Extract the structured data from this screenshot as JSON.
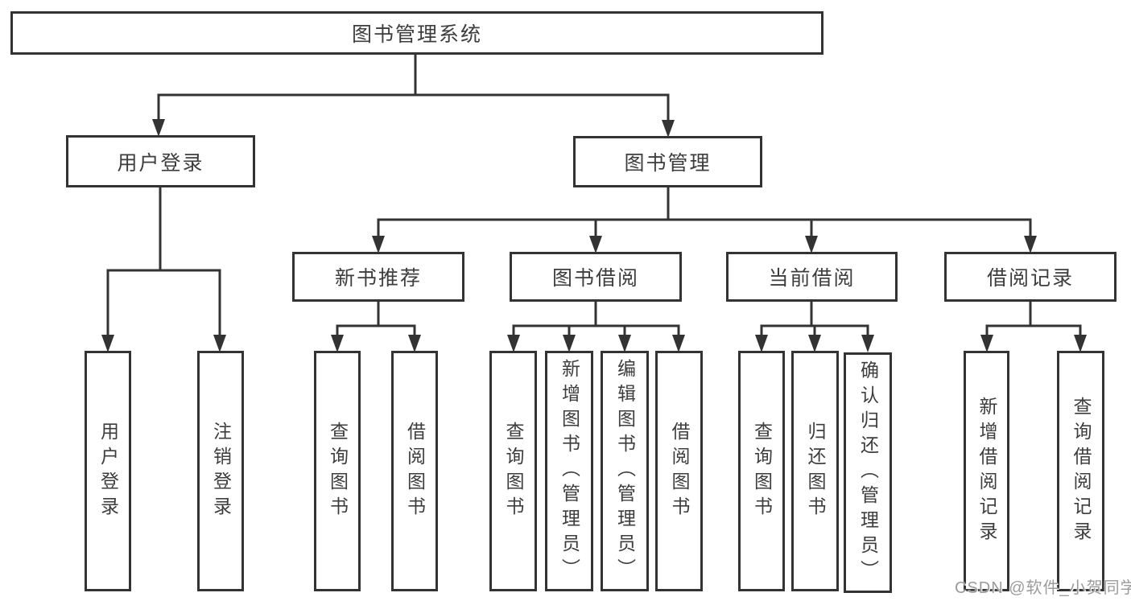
{
  "diagram": {
    "root": {
      "label": "图书管理系统"
    },
    "level2": [
      {
        "label": "用户登录"
      },
      {
        "label": "图书管理"
      }
    ],
    "level3": [
      {
        "label": "新书推荐"
      },
      {
        "label": "图书借阅"
      },
      {
        "label": "当前借阅"
      },
      {
        "label": "借阅记录"
      }
    ],
    "leaves": {
      "user_login": [
        "用户登录",
        "注销登录"
      ],
      "new_book": [
        "查询图书",
        "借阅图书"
      ],
      "book_borrow": [
        "查询图书",
        "新增图书（管理员）",
        "编辑图书（管理员）",
        "借阅图书"
      ],
      "current_borrow": [
        "查询图书",
        "归还图书",
        "确认归还（管理员）"
      ],
      "borrow_record": [
        "新增借阅记录",
        "查询借阅记录"
      ]
    }
  },
  "watermark": {
    "text": "CSDN @软件_小贺同学"
  },
  "colors": {
    "line": "#333333",
    "box_border": "#333333",
    "text": "#3d3d3d",
    "watermark": "#9b9b9b",
    "background": "#ffffff"
  }
}
